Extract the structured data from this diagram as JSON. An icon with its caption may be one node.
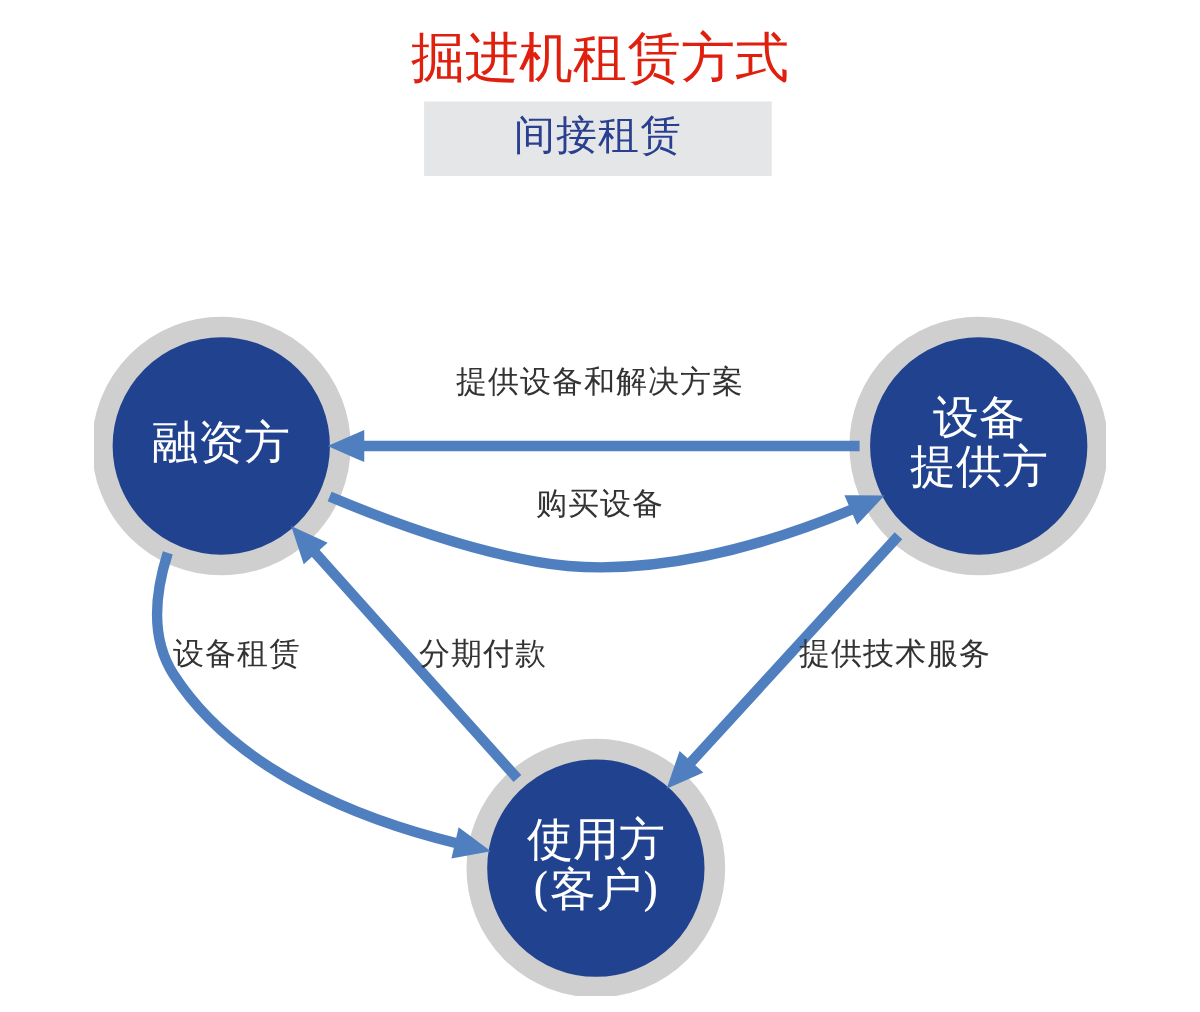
{
  "diagram": {
    "title": "掘进机租赁方式",
    "nodes": [
      {
        "text": [
          "融资方"
        ]
      },
      {
        "text": [
          "设备提供方"
        ]
      },
      {
        "text": [
          "使用方(客户)"
        ]
      }
    ],
    "edges": [
      {
        "from": 1,
        "to": 0,
        "arrow": "to",
        "label": "提供设备和解决方案"
      },
      {
        "from": 0,
        "to": 1,
        "arrow": "to",
        "label": "购买设备"
      },
      {
        "from": 0,
        "to": 2,
        "arrow": "to",
        "label": "设备租赁"
      },
      {
        "from": 2,
        "to": 0,
        "arrow": "to",
        "label": "分期付款"
      },
      {
        "from": 1,
        "to": 2,
        "arrow": "to",
        "label": "提供技术服务"
      }
    ],
    "labels": [
      "间接租赁"
    ]
  }
}
